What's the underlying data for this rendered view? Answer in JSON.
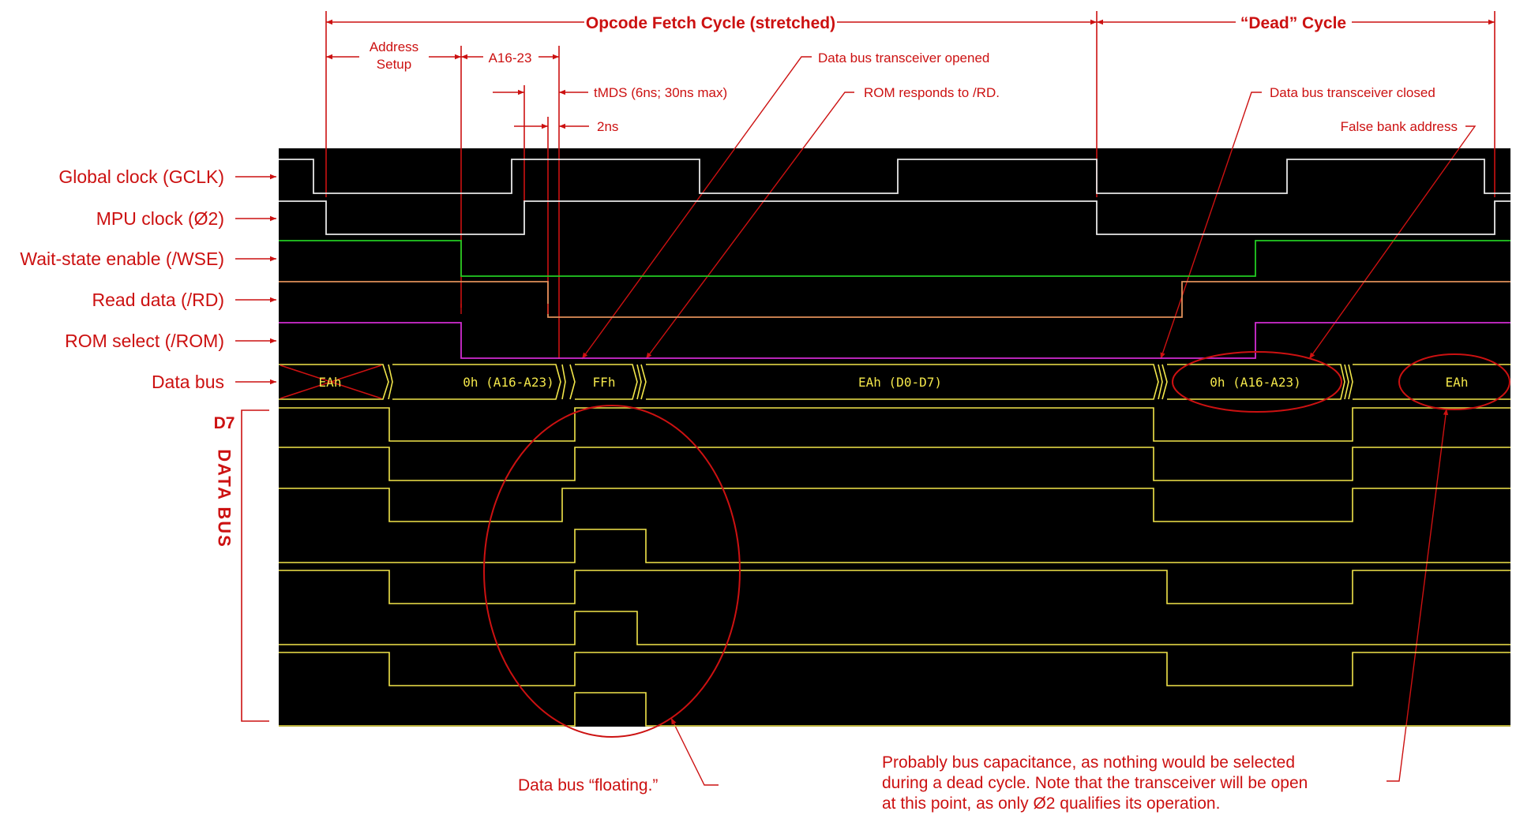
{
  "header": {
    "fetch_cycle": "Opcode Fetch Cycle (stretched)",
    "dead_cycle": "“Dead” Cycle"
  },
  "timing": {
    "address_setup_1": "Address",
    "address_setup_2": "Setup",
    "a16_23": "A16-23",
    "tmds": "tMDS (6ns; 30ns max)",
    "two_ns": "2ns"
  },
  "callouts": {
    "transceiver_opened": "Data bus transceiver opened",
    "rom_responds": "ROM responds to /RD.",
    "transceiver_closed": "Data bus transceiver closed",
    "false_bank": "False bank address",
    "floating": "Data bus “floating.”",
    "capacitance_1": "Probably bus capacitance, as nothing would be selected",
    "capacitance_2": "during a dead cycle.  Note that the transceiver will be open",
    "capacitance_3": "at this point, as only Ø2 qualifies its operation."
  },
  "signals": [
    {
      "label": "Global clock (GCLK)",
      "color": "#e8e8e8"
    },
    {
      "label": "MPU clock (Ø2)",
      "color": "#e8e8e8"
    },
    {
      "label": "Wait-state enable (/WSE)",
      "color": "#22cc22"
    },
    {
      "label": "Read data (/RD)",
      "color": "#e0905a"
    },
    {
      "label": "ROM select (/ROM)",
      "color": "#d22cd2"
    },
    {
      "label": "Data bus",
      "color": "#f2e64a"
    }
  ],
  "bus_values": {
    "v1": "EAh",
    "v2": "0h (A16-A23)",
    "v3": "FFh",
    "v4": "EAh (D0-D7)",
    "v5": "0h (A16-A23)",
    "v6": "EAh"
  },
  "data_bus_group": {
    "d7": "D7",
    "vertical": "DATA BUS"
  },
  "colors": {
    "annotation": "#cc1111",
    "background": "#000000",
    "bus": "#f2e64a"
  }
}
